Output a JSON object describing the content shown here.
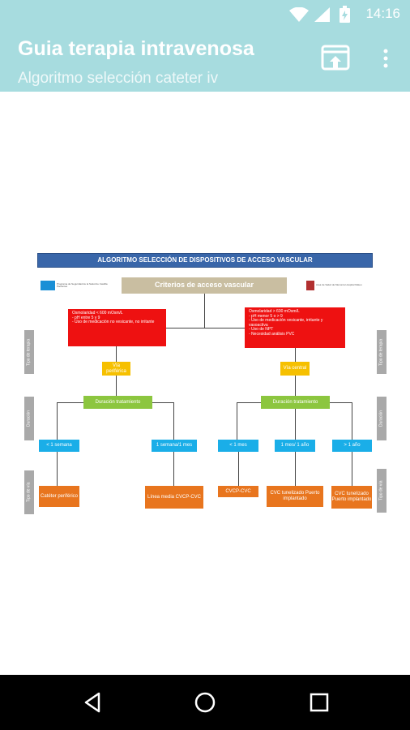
{
  "status": {
    "time": "14:16"
  },
  "appbar": {
    "title": "Guia terapia intravenosa",
    "subtitle": "Algoritmo selección cateter iv"
  },
  "diagram": {
    "title": "ALGORITMO SELECCIÓN DE DISPOSITIVOS DE ACCESO VASCULAR",
    "root": "Criterios de acceso vascular",
    "left_logo_text": "Programa de Seguridad de la Salud de Castilla Pacientes",
    "right_logo_text": "Area de Salud de Menorca Hospital Mateu",
    "left_criteria": "Osmolaridad < 600 mOsm/L\n- pH entre 5 y 9\n- Uso de medicación no vesicante, no irritante",
    "right_criteria": "Osmolaridad > 600 mOsm/L\n- pH menor 5 o > 9\n- Uso de medicación vesicante, irritante y vasoactiva\n- Uso de NPT\n- Necesidad análisis PVC",
    "left_branch": "Vía periférica",
    "right_branch": "Vía central",
    "duration_left": "Duración tratamiento",
    "duration_right": "Duración tratamiento",
    "side_labels": [
      "Tipo de terapia",
      "Duración",
      "Tipo de vía",
      "Tipo de terapia",
      "Duración",
      "Tipo de vía"
    ],
    "blue": [
      "< 1 semana",
      "1 semana/1 mes",
      "< 1 mes",
      "1 mes/ 1 año",
      "> 1 año"
    ],
    "orange": [
      "Catéter periférico",
      "Línea media CVCP-CVC",
      "CVCP-CVC",
      "CVC tunelizado Puerto implantado",
      "CVC tunelizado Puerto implantado"
    ]
  },
  "colors": {
    "appbar": "#a7dcdf",
    "title_bar": "#3966a9",
    "root": "#c9bea1"
  },
  "icons": {
    "status": [
      "wifi-icon",
      "signal-icon",
      "battery-icon"
    ],
    "actions": [
      "open-in-browser-icon",
      "more-vert-icon"
    ],
    "nav": [
      "back-icon",
      "home-icon",
      "recents-icon"
    ]
  }
}
